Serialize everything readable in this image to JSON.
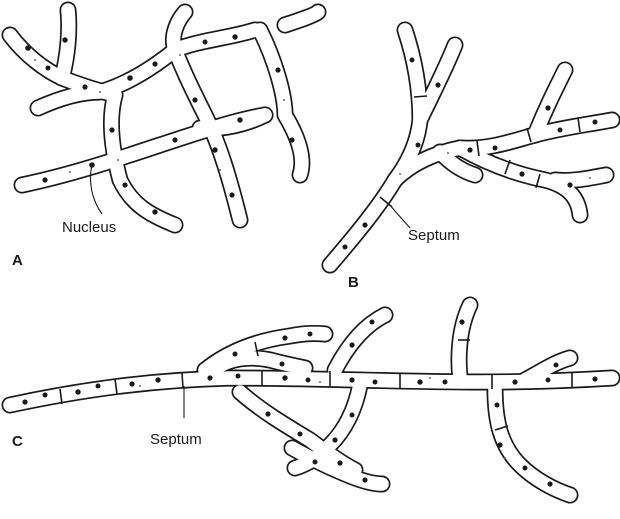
{
  "panels": [
    {
      "id": "A",
      "callout": "Nucleus"
    },
    {
      "id": "B",
      "callout": "Septum"
    },
    {
      "id": "C",
      "callout": "Septum"
    }
  ]
}
